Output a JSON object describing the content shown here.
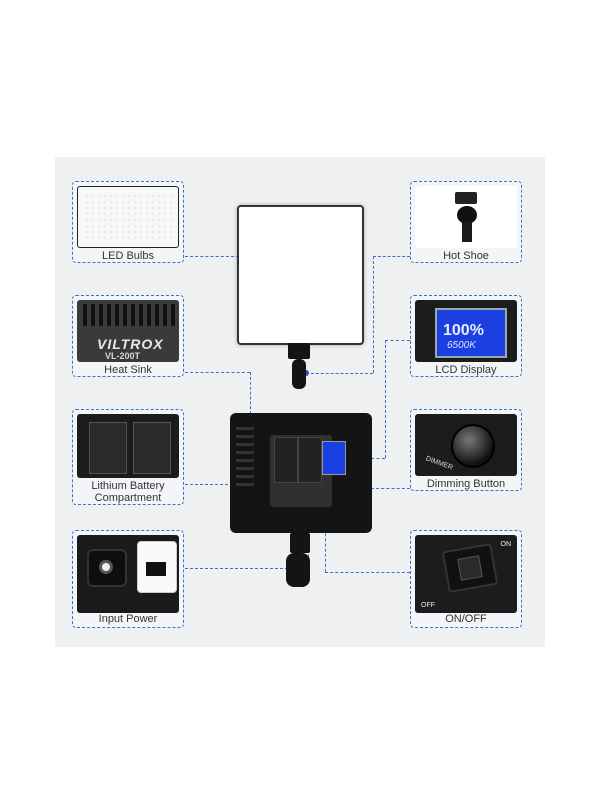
{
  "features": {
    "led_bulbs": "LED Bulbs",
    "heat_sink": "Heat Sink",
    "battery_line1": "Lithium Battery",
    "battery_line2": "Compartment",
    "input_power": "Input Power",
    "hot_shoe": "Hot Shoe",
    "lcd_display": "LCD Display",
    "dimming_button": "Dimming Button",
    "on_off": "ON/OFF"
  },
  "heat_sink_brand": "VILTROX",
  "heat_sink_model": "VL-200T",
  "lcd": {
    "brightness": "100%",
    "temperature": "6500K"
  },
  "dimmer_label": "DIMMER",
  "switch": {
    "on": "ON",
    "off": "OFF"
  },
  "accent_color": "#3b6fd4"
}
